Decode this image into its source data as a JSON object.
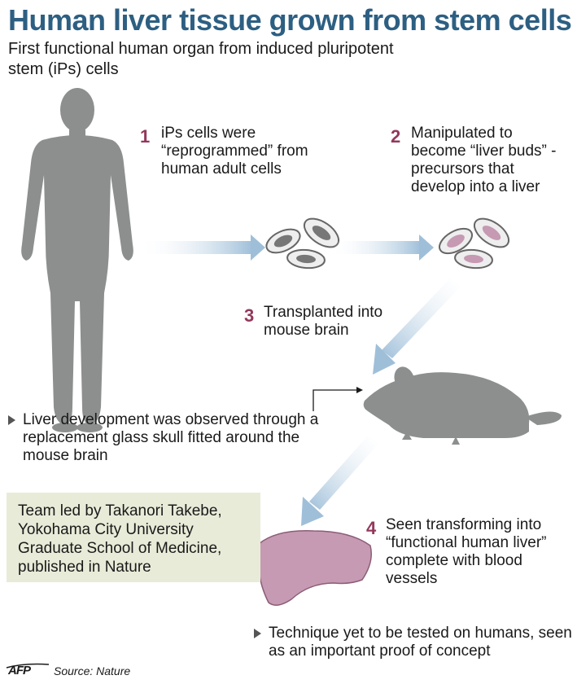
{
  "title": "Human liver tissue grown from stem cells",
  "subtitle": "First functional human organ from induced pluripotent stem (iPs) cells",
  "steps": [
    {
      "num": "1",
      "text": "iPs cells were “reprogrammed” from human adult cells"
    },
    {
      "num": "2",
      "text": "Manipulated to become “liver buds” - precursors that develop into a liver"
    },
    {
      "num": "3",
      "text": "Transplanted into mouse brain"
    },
    {
      "num": "4",
      "text": "Seen transforming into “functional human liver” complete with blood vessels"
    }
  ],
  "notes": {
    "brain": "Liver development was observed through a replacement glass skull fitted around the mouse brain",
    "technique": "Technique yet to be tested on humans, seen as an important proof of concept"
  },
  "team": "Team led by Takanori Takebe, Yokohama City University Graduate School of Medicine, published in Nature",
  "footer": {
    "logo": "AFP",
    "source": "Source: Nature"
  },
  "colors": {
    "title": "#2d5f82",
    "step_number": "#93385c",
    "silhouette": "#8d8f8f",
    "arrow": "#a9c6de",
    "liver": "#c59ab2",
    "team_box": "#e8ebd8"
  },
  "icons": [
    "human-silhouette",
    "stem-cells",
    "liver-bud-cells",
    "mouse",
    "liver"
  ]
}
